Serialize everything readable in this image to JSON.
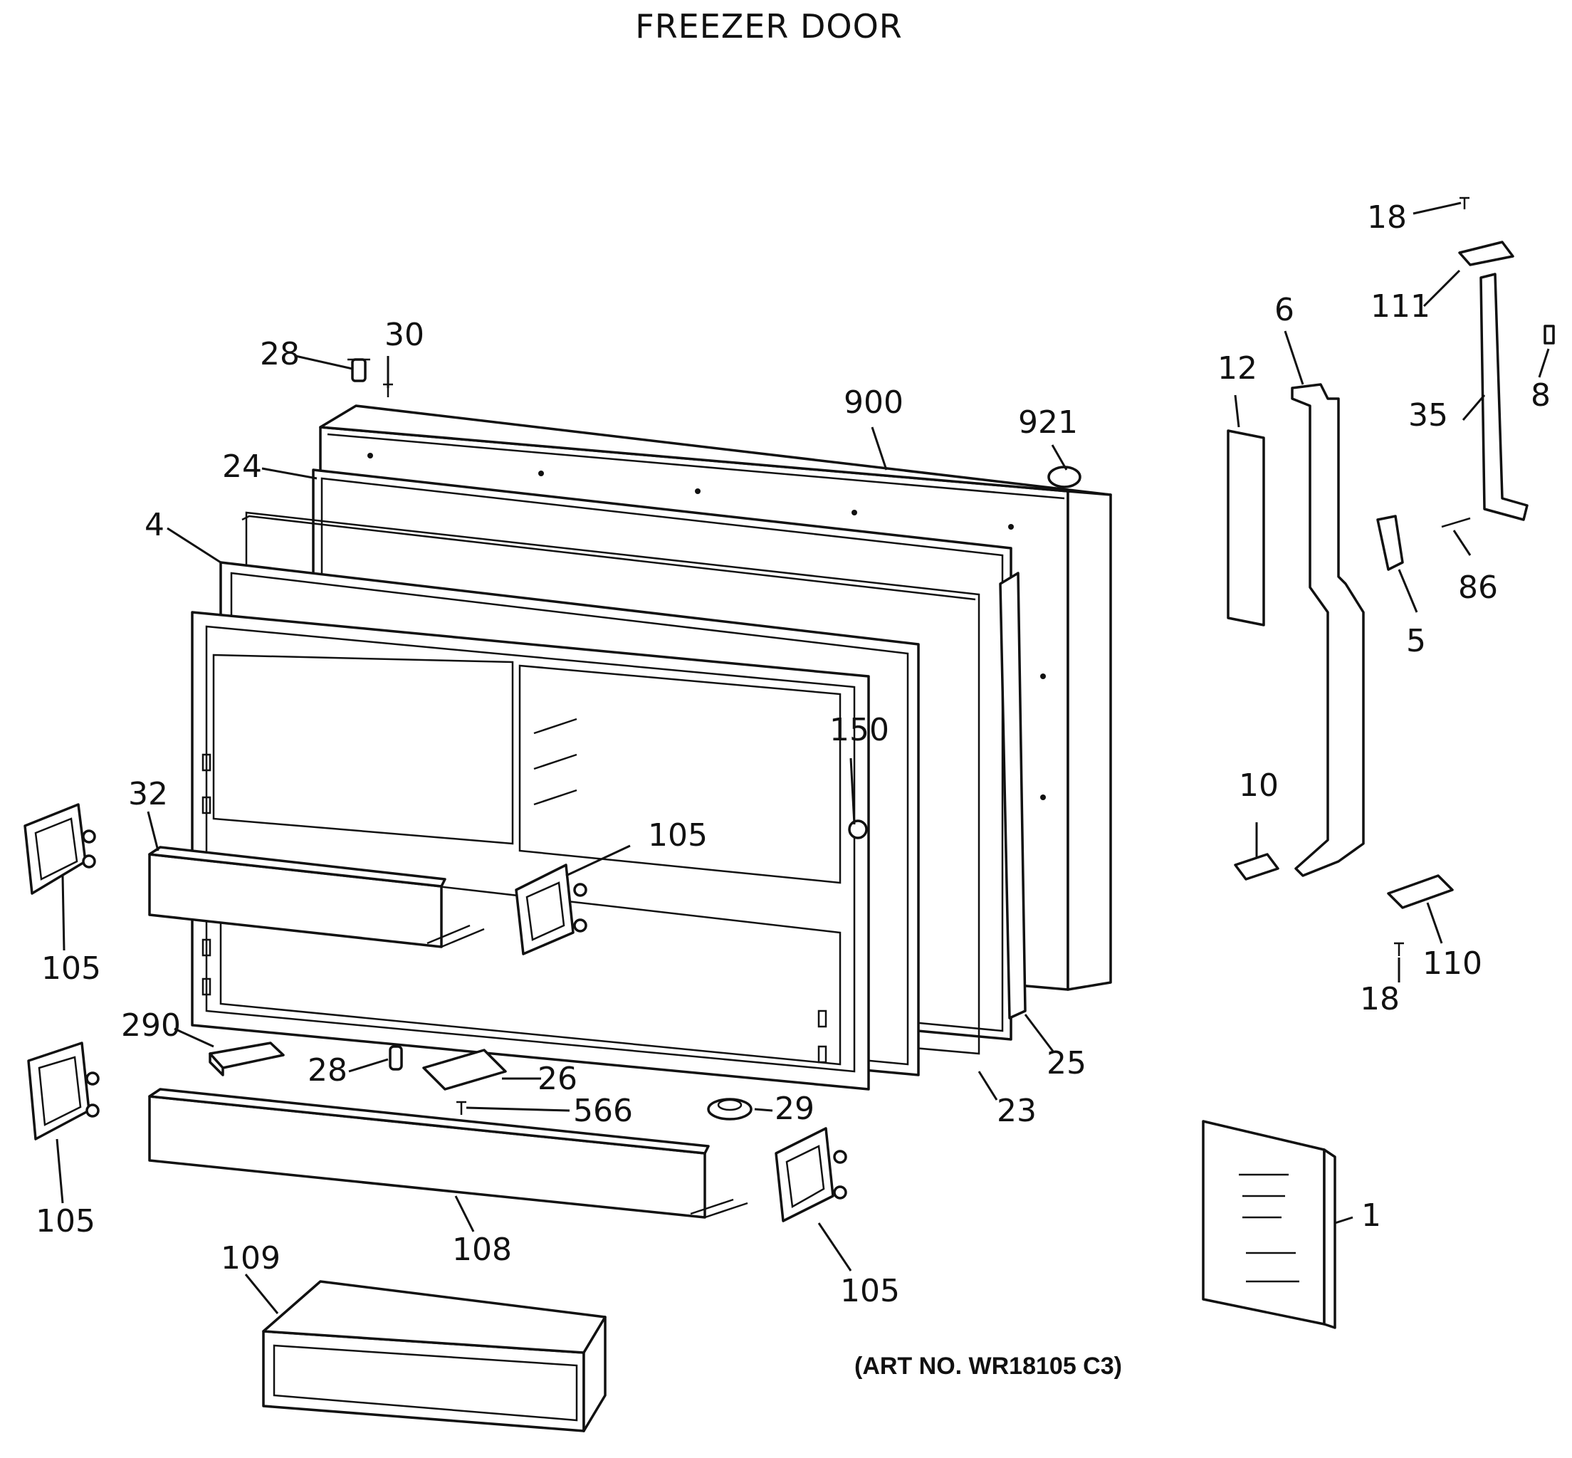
{
  "title": "FREEZER DOOR",
  "art_no": "(ART NO. WR18105 C3)",
  "callouts": [
    "900",
    "921",
    "28",
    "30",
    "24",
    "4",
    "32",
    "105",
    "150",
    "290",
    "28",
    "26",
    "566",
    "29",
    "23",
    "25",
    "105",
    "108",
    "109",
    "105",
    "12",
    "6",
    "18",
    "111",
    "35",
    "8",
    "86",
    "5",
    "10",
    "110",
    "18",
    "1",
    "105"
  ]
}
